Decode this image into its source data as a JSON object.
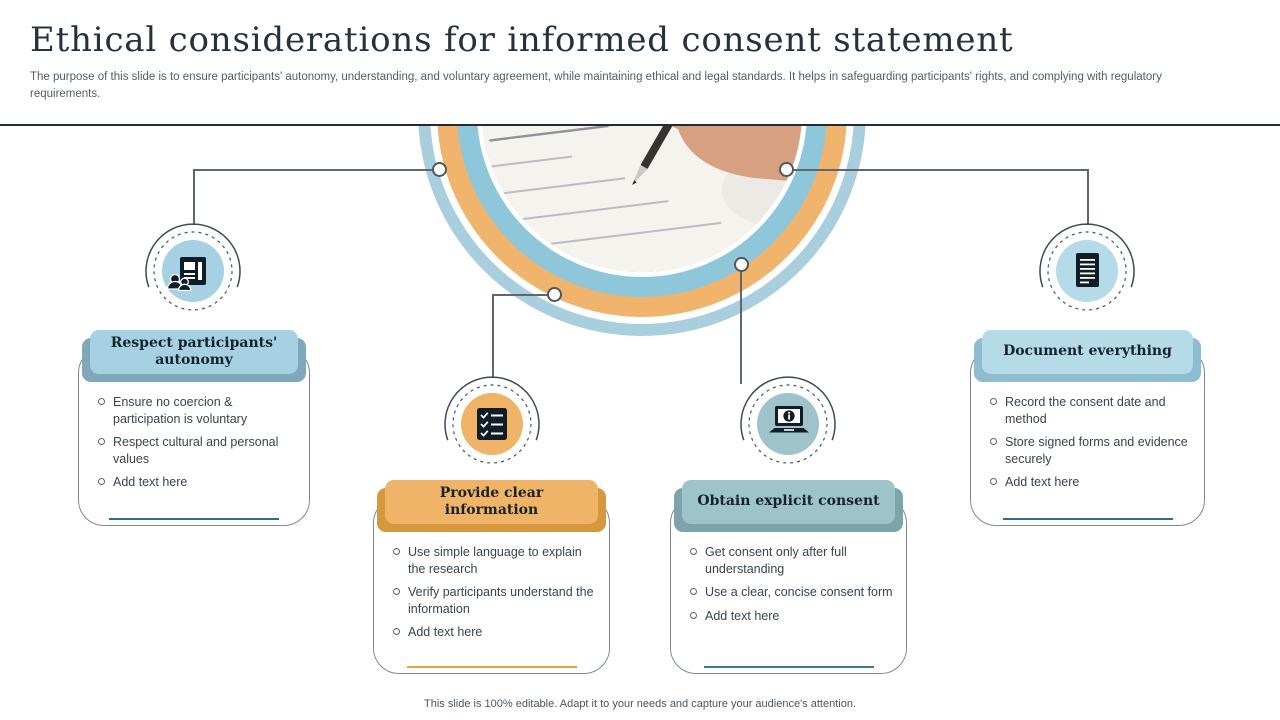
{
  "slide": {
    "title": "Ethical considerations for informed consent statement",
    "subtitle": "The purpose of this slide is to ensure participants' autonomy, understanding, and voluntary agreement, while maintaining ethical and legal standards. It helps in safeguarding participants' rights, and complying with regulatory requirements.",
    "footer": "This slide is 100% editable. Adapt it to your needs and capture your audience's attention."
  },
  "cards": [
    {
      "title": "Respect participants' autonomy",
      "icon": "participants-document-icon",
      "header_color": "#a6d1e2",
      "accent_color": "#2c6f94",
      "bullets": [
        "Ensure no coercion & participation is voluntary",
        "Respect cultural and personal values",
        "Add text here"
      ]
    },
    {
      "title": "Provide clear information",
      "icon": "checklist-icon",
      "header_color": "#f0b468",
      "accent_color": "#e8a23f",
      "bullets": [
        "Use simple language to explain the research",
        "Verify participants understand the information",
        "Add text here"
      ]
    },
    {
      "title": "Obtain explicit consent",
      "icon": "laptop-info-icon",
      "header_color": "#9fc3cb",
      "accent_color": "#3d7d8d",
      "bullets": [
        "Get consent only after full understanding",
        "Use a clear, concise consent form",
        "Add text here"
      ]
    },
    {
      "title": "Document everything",
      "icon": "signed-document-icon",
      "header_color": "#b5dbe9",
      "accent_color": "#2c6f94",
      "bullets": [
        "Record the consent date and method",
        "Store signed forms and evidence securely",
        "Add text here"
      ]
    }
  ],
  "center_image": "hand-signing-consent-form-photo",
  "colors": {
    "ring_outer": "#a9cedd",
    "ring_middle": "#f0b46c",
    "ring_inner": "#8ec6da",
    "connector": "#5d676d",
    "title_text": "#25323c",
    "divider": "#202b34"
  }
}
